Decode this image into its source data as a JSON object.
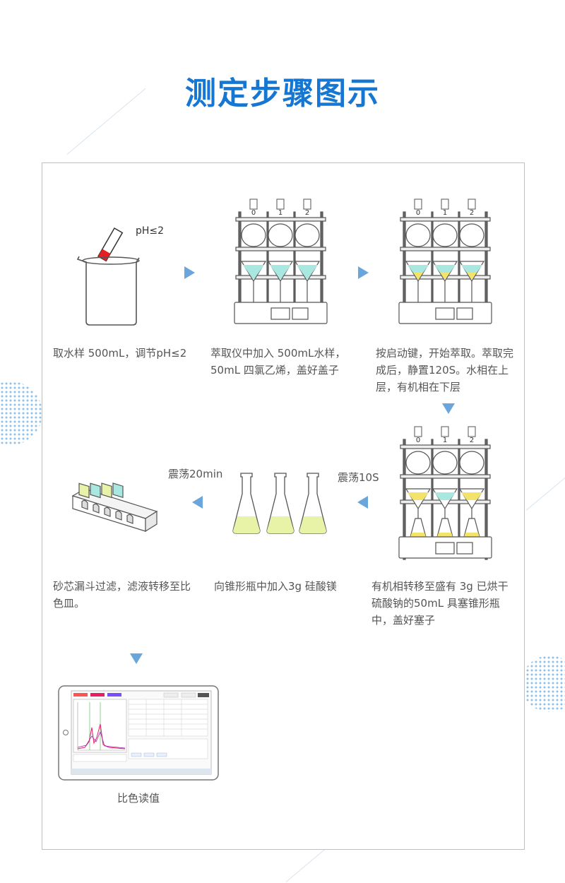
{
  "page_title": "测定步骤图示",
  "colors": {
    "title": "#1677d2",
    "arrow": "#6aa6dc",
    "water_layer": "#a8e8e0",
    "organic_layer": "#f3f39a",
    "flask_liquid": "#e8f3a8"
  },
  "illustrations": {
    "beaker_ph_label": "pH≤2",
    "extractor_bottle_labels": [
      "0",
      "1",
      "2"
    ]
  },
  "steps": [
    {
      "caption": "取水样 500mL，调节pH≤2"
    },
    {
      "caption": "萃取仪中加入 500mL水样，50mL 四氯乙烯，盖好盖子"
    },
    {
      "caption": "按启动键，开始萃取。萃取完成后，静置120S。水相在上层，有机相在下层"
    },
    {
      "caption": "有机相转移至盛有 3g 已烘干硫酸钠的50mL 具塞锥形瓶中，盖好塞子"
    },
    {
      "caption": "向锥形瓶中加入3g 硅酸镁"
    },
    {
      "caption": "砂芯漏斗过滤，滤液转移至比色皿。"
    },
    {
      "caption": "比色读值"
    }
  ],
  "transitions": {
    "shake_10s": "震荡10S",
    "shake_20min": "震荡20min"
  }
}
